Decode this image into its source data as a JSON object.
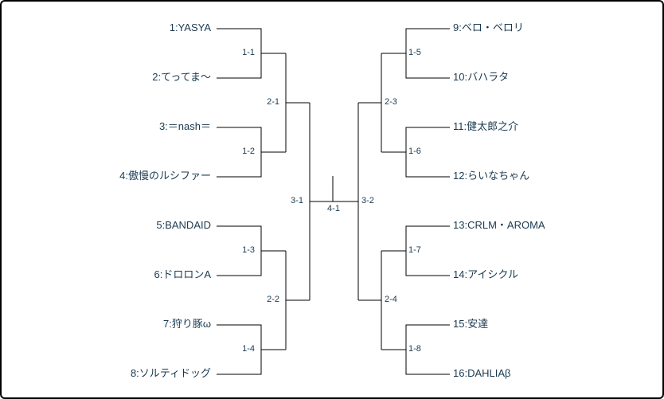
{
  "players": [
    {
      "label": "1:YASYA"
    },
    {
      "label": "2:てってま～"
    },
    {
      "label": "3:＝nash＝"
    },
    {
      "label": "4:傲慢のルシファー"
    },
    {
      "label": "5:BANDAID"
    },
    {
      "label": "6:ドロロンA"
    },
    {
      "label": "7:狩り豚ω"
    },
    {
      "label": "8:ソルティドッグ"
    },
    {
      "label": "9:ベロ・ベロリ"
    },
    {
      "label": "10:バハラタ"
    },
    {
      "label": "11:健太郎之介"
    },
    {
      "label": "12:らいなちゃん"
    },
    {
      "label": "13:CRLM・AROMA"
    },
    {
      "label": "14:アイシクル"
    },
    {
      "label": "15:安達"
    },
    {
      "label": "16:DAHLIAβ"
    }
  ],
  "matches": {
    "round1": [
      "1-1",
      "1-2",
      "1-3",
      "1-4",
      "1-5",
      "1-6",
      "1-7",
      "1-8"
    ],
    "round2": [
      "2-1",
      "2-2",
      "2-3",
      "2-4"
    ],
    "round3": [
      "3-1",
      "3-2"
    ],
    "final": "4-1"
  },
  "colors": {
    "text": "#1a3a50",
    "line": "#000000",
    "background": "#ffffff",
    "border": "#000000"
  }
}
